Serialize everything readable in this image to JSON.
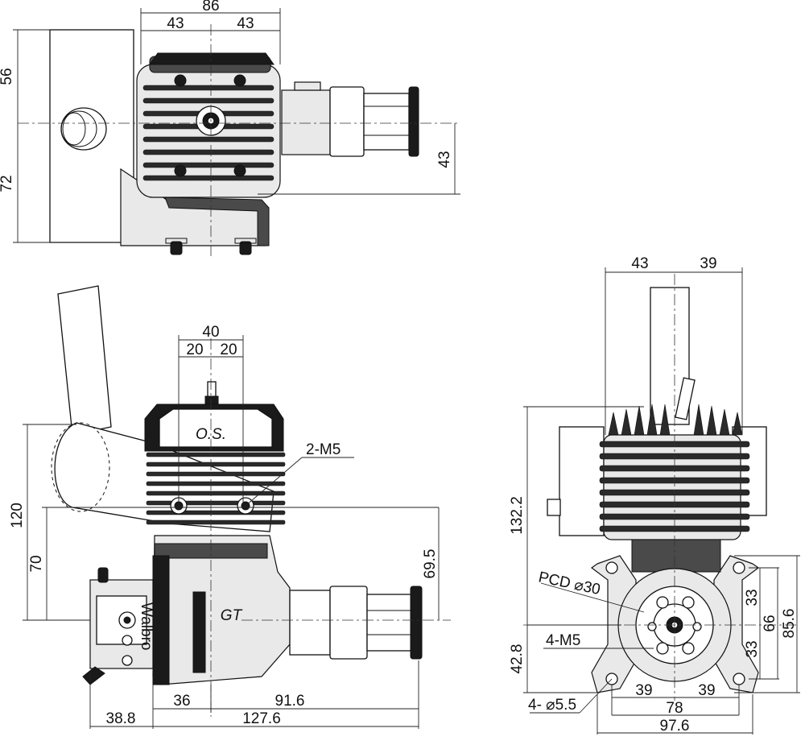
{
  "top_view": {
    "width_total": "86",
    "width_left": "43",
    "width_right": "43",
    "height_upper": "56",
    "height_lower": "72",
    "carb_offset": "43"
  },
  "front_view": {
    "bore_total": "40",
    "bore_left": "20",
    "bore_right": "20",
    "mount_label": "2-M5",
    "height_120": "120",
    "height_70": "70",
    "height_695": "69.5",
    "len_36": "36",
    "len_916": "91.6",
    "len_388": "38.8",
    "len_1276": "127.6",
    "logo_text": "O.S.",
    "carb_brand": "Walbro",
    "model_text": "GT"
  },
  "rear_view": {
    "top_left": "43",
    "top_right": "39",
    "height_1322": "132.2",
    "pcd_label": "PCD ⌀30",
    "thread_label": "4-M5",
    "height_428": "42.8",
    "r_33_upper": "33",
    "r_33_lower": "33",
    "r_66": "66",
    "r_856": "85.6",
    "w_39_left": "39",
    "w_39_right": "39",
    "w_78": "78",
    "w_976": "97.6",
    "holes_label": "4- ⌀5.5"
  }
}
